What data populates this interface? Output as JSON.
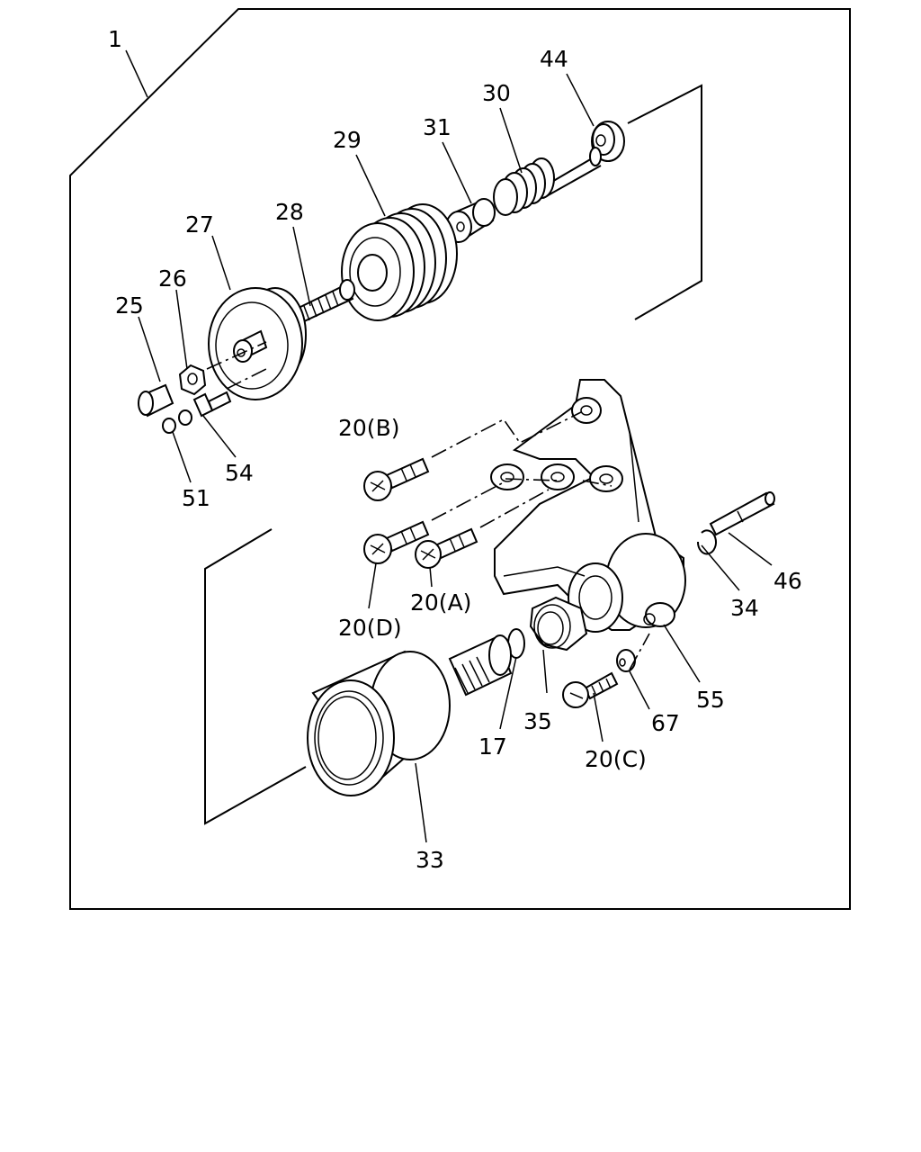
{
  "diagram": {
    "assembly_label": "1",
    "callouts": {
      "c44": "44",
      "c30": "30",
      "c31": "31",
      "c29": "29",
      "c28": "28",
      "c27": "27",
      "c26": "26",
      "c25": "25",
      "c54": "54",
      "c51": "51",
      "c20b": "20(B)",
      "c20d": "20(D)",
      "c20a": "20(A)",
      "c34": "34",
      "c46": "46",
      "c55": "55",
      "c67": "67",
      "c35": "35",
      "c17": "17",
      "c20c": "20(C)",
      "c33": "33"
    }
  }
}
